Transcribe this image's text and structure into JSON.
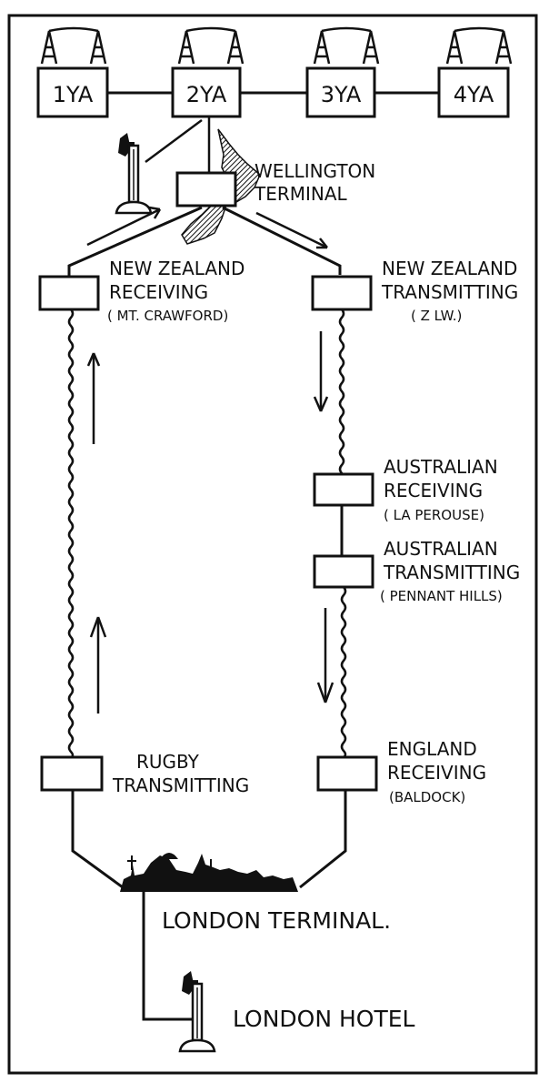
{
  "title": "Radio-telephone link: Wellington to London",
  "stations": [
    "1YA",
    "2YA",
    "3YA",
    "4YA"
  ],
  "wellington": {
    "line1": "WELLINGTON",
    "line2": "TERMINAL"
  },
  "nz_receiving": {
    "line1": "NEW ZEALAND",
    "line2": "RECEIVING",
    "line3": "( MT. CRAWFORD)"
  },
  "nz_transmitting": {
    "line1": "NEW ZEALAND",
    "line2": "TRANSMITTING",
    "line3": "( Z LW.)"
  },
  "au_receiving": {
    "line1": "AUSTRALIAN",
    "line2": "RECEIVING",
    "line3": "( LA PEROUSE)"
  },
  "au_transmitting": {
    "line1": "AUSTRALIAN",
    "line2": "TRANSMITTING",
    "line3": "( PENNANT HILLS)"
  },
  "rugby": {
    "line1": "RUGBY",
    "line2": "TRANSMITTING"
  },
  "england_receiving": {
    "line1": "ENGLAND",
    "line2": "RECEIVING",
    "line3": "(BALDOCK)"
  },
  "london_terminal": "LONDON TERMINAL.",
  "london_hotel": "LONDON HOTEL",
  "icons": {
    "telephone": "candlestick-telephone-icon",
    "mast": "radio-mast-icon",
    "nz_map": "new-zealand-map-icon",
    "skyline": "london-skyline-icon"
  }
}
